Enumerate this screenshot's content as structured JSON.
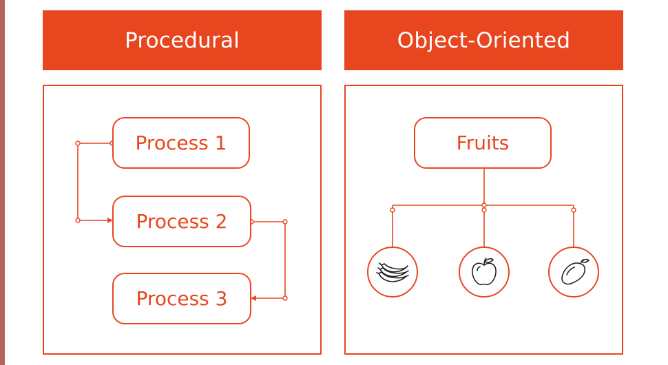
{
  "procedural": {
    "title": "Procedural",
    "processes": [
      "Process 1",
      "Process 2",
      "Process 3"
    ]
  },
  "object_oriented": {
    "title": "Object-Oriented",
    "root": "Fruits",
    "children": [
      "banana-icon",
      "apple-icon",
      "mango-icon"
    ]
  },
  "colors": {
    "accent": "#e8461f",
    "background": "#ffffff",
    "side_strip": "#b3655c"
  }
}
